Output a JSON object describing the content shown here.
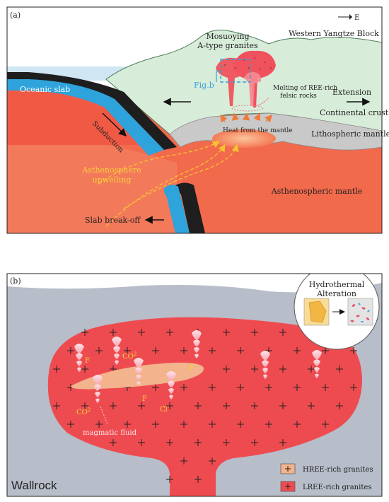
{
  "panel_a": {
    "label": "(a)",
    "compass": "E",
    "labels": {
      "mosuoying_line1": "Mosuoying",
      "mosuoying_line2": "A-type granites",
      "western_yangtze": "Western Yangtze Block",
      "oceanic_slab": "Oceanic slab",
      "fig_b": "Fig.b",
      "melting_line1": "Melting of REE-rich",
      "melting_line2": "felsic rocks",
      "extension": "Extension",
      "continental_crust": "Continental crust",
      "subduction": "Subduction",
      "heat": "Heat from the mantle",
      "lithospheric": "Lithospheric mantle",
      "asth_line1": "Asthenosphere",
      "asth_line2": "upwelling",
      "asth_mantle": "Asthenospheric mantle",
      "breakoff": "Slab break-off"
    }
  },
  "panel_b": {
    "label": "(b)",
    "labels": {
      "hydro_line1": "Hydrothermal",
      "hydro_line2": "Alteration",
      "f1": "F",
      "co2_a": "CO",
      "f2": "F",
      "co2_b": "CO",
      "cl": "Cl",
      "f3": "F",
      "magmatic": "magmatic fluid",
      "wallrock": "Wallrock",
      "legend_hree": "HREE-rich granites",
      "legend_lree": "LREE-rich granites"
    },
    "colors": {
      "wallrock": "#b7bdc9",
      "lree": "#ee4b50",
      "hree": "#f3b38c"
    }
  }
}
